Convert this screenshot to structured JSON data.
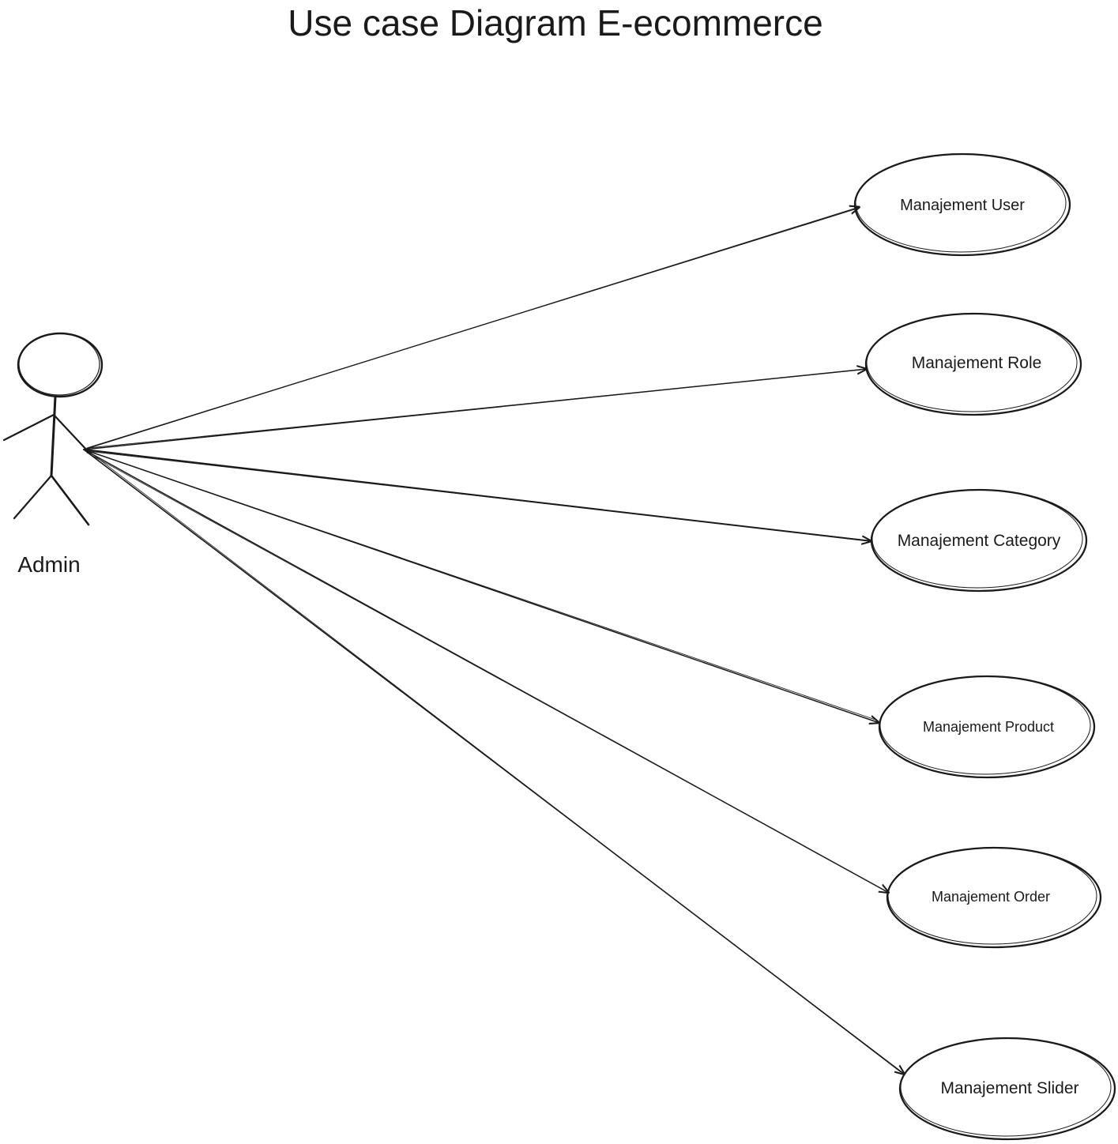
{
  "title": "Use case Diagram  E-ecommerce",
  "actor": {
    "name": "Admin"
  },
  "use_cases": [
    {
      "label": "Manajement User"
    },
    {
      "label": "Manajement Role"
    },
    {
      "label": "Manajement Category"
    },
    {
      "label": "Manajement Product"
    },
    {
      "label": "Manajement Order"
    },
    {
      "label": "Manajement Slider"
    }
  ],
  "associations": [
    {
      "from": "Admin",
      "to": "Manajement User"
    },
    {
      "from": "Admin",
      "to": "Manajement Role"
    },
    {
      "from": "Admin",
      "to": "Manajement Category"
    },
    {
      "from": "Admin",
      "to": "Manajement Product"
    },
    {
      "from": "Admin",
      "to": "Manajement Order"
    },
    {
      "from": "Admin",
      "to": "Manajement Slider"
    }
  ],
  "colors": {
    "ink": "#1a1a1a",
    "background": "#ffffff"
  }
}
